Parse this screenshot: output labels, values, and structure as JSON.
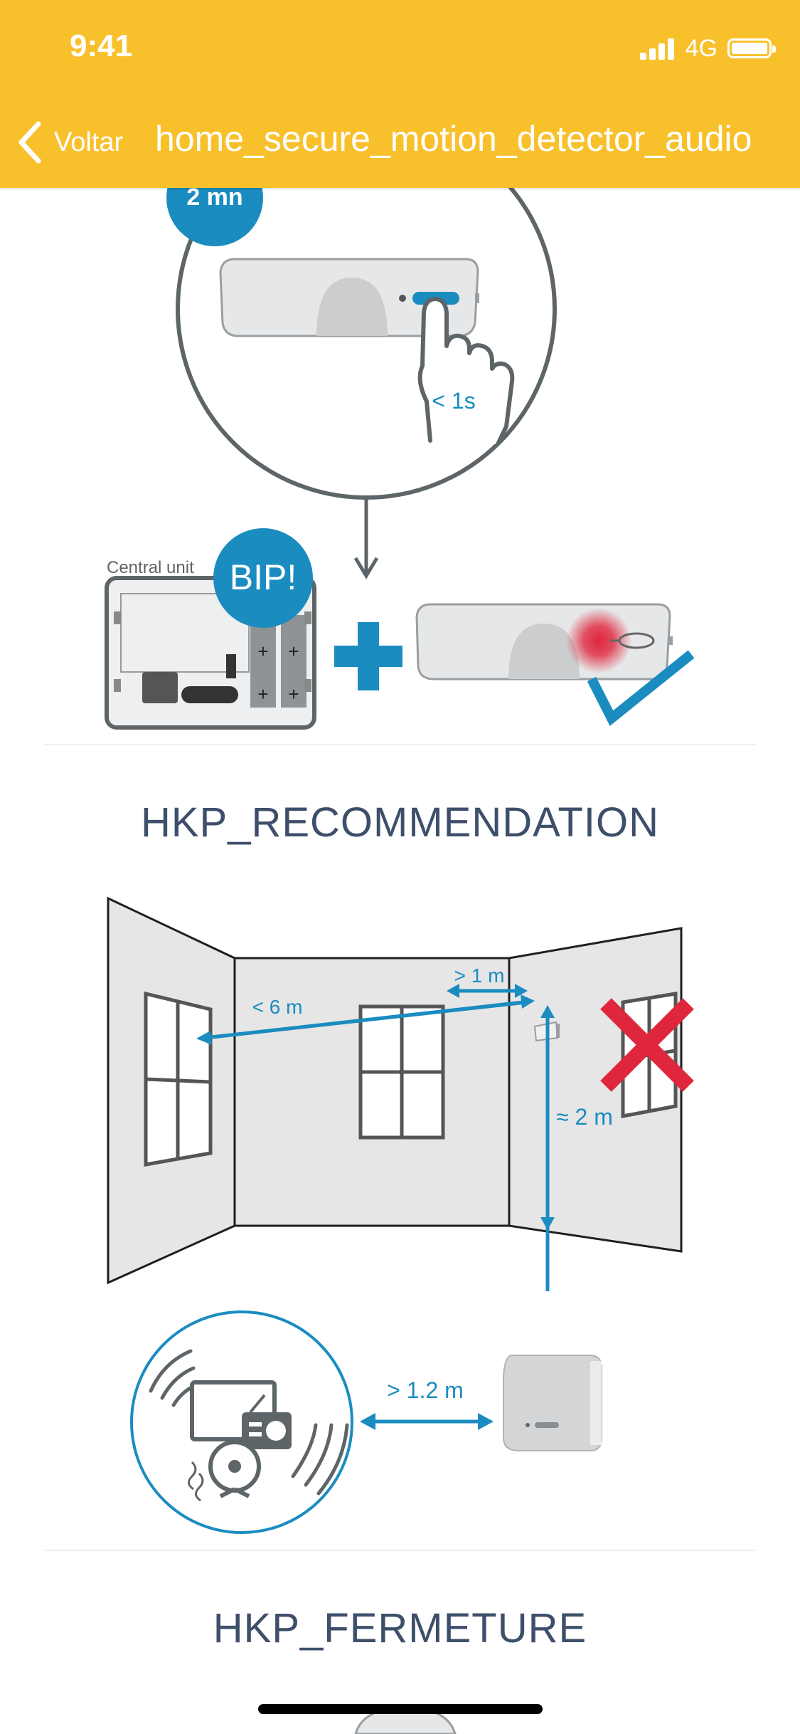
{
  "status_bar": {
    "time": "9:41",
    "network": "4G"
  },
  "nav": {
    "back_label": "Voltar",
    "title": "home_secure_motion_detector_audio"
  },
  "pairing": {
    "timer_label": "2 mn",
    "press_duration": "< 1s",
    "central_unit_label": "Central unit",
    "bip_label": "BIP!"
  },
  "recommendation": {
    "title": "HKP_RECOMMENDATION",
    "range_label": "< 6 m",
    "wall_distance_label": "> 1 m",
    "height_label": "≈ 2 m",
    "interference_distance_label": "> 1.2 m"
  },
  "closing": {
    "title": "HKP_FERMETURE"
  },
  "colors": {
    "header": "#F8C12C",
    "accent_blue": "#1A8CC0",
    "cross_red": "#E0263C",
    "title_text": "#3D4F6A"
  }
}
